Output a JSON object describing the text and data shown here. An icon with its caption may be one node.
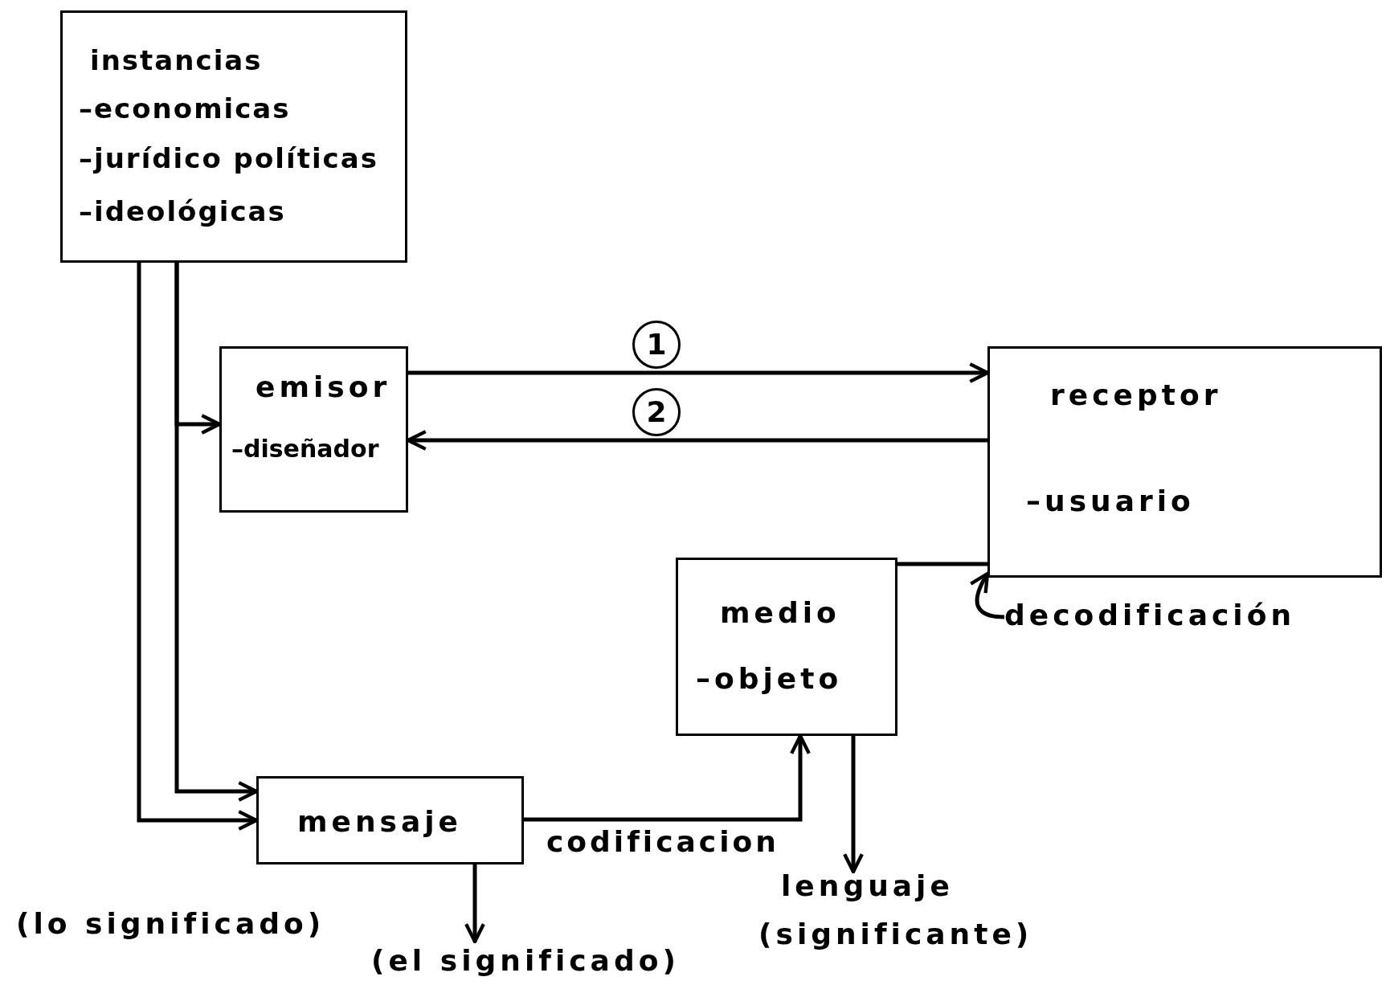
{
  "diagram": {
    "nodes": [
      {
        "text": [
          "instancias",
          "–economicas",
          "–jurídico políticas",
          "–ideológicas"
        ]
      },
      {
        "text": [
          "emisor",
          "–diseñador"
        ]
      },
      {
        "text": [
          "receptor",
          "–usuario"
        ]
      },
      {
        "text": [
          "medio",
          "–objeto"
        ]
      },
      {
        "text": [
          "mensaje"
        ]
      },
      {
        "text": [
          "(el significado)"
        ]
      },
      {
        "text": [
          "lenguaje",
          "(significante)"
        ]
      },
      {
        "text": [
          "decodificación"
        ]
      }
    ],
    "edges": [
      {
        "from": 0,
        "to": 1,
        "arrow": "to"
      },
      {
        "from": 0,
        "to": 4,
        "arrow": "to"
      },
      {
        "from": 0,
        "to": 4,
        "arrow": "to"
      },
      {
        "from": 1,
        "to": 2,
        "arrow": "to",
        "label": "1"
      },
      {
        "from": 2,
        "to": 1,
        "arrow": "to",
        "label": "2"
      },
      {
        "from": 4,
        "to": 3,
        "arrow": "to",
        "label": "codificacion"
      },
      {
        "from": 3,
        "to": 2,
        "arrow": "none"
      },
      {
        "from": 7,
        "to": 2,
        "arrow": "to"
      },
      {
        "from": 4,
        "to": 5,
        "arrow": "to"
      },
      {
        "from": 3,
        "to": 6,
        "arrow": "to"
      }
    ],
    "labels": [
      "(lo significado)"
    ]
  }
}
